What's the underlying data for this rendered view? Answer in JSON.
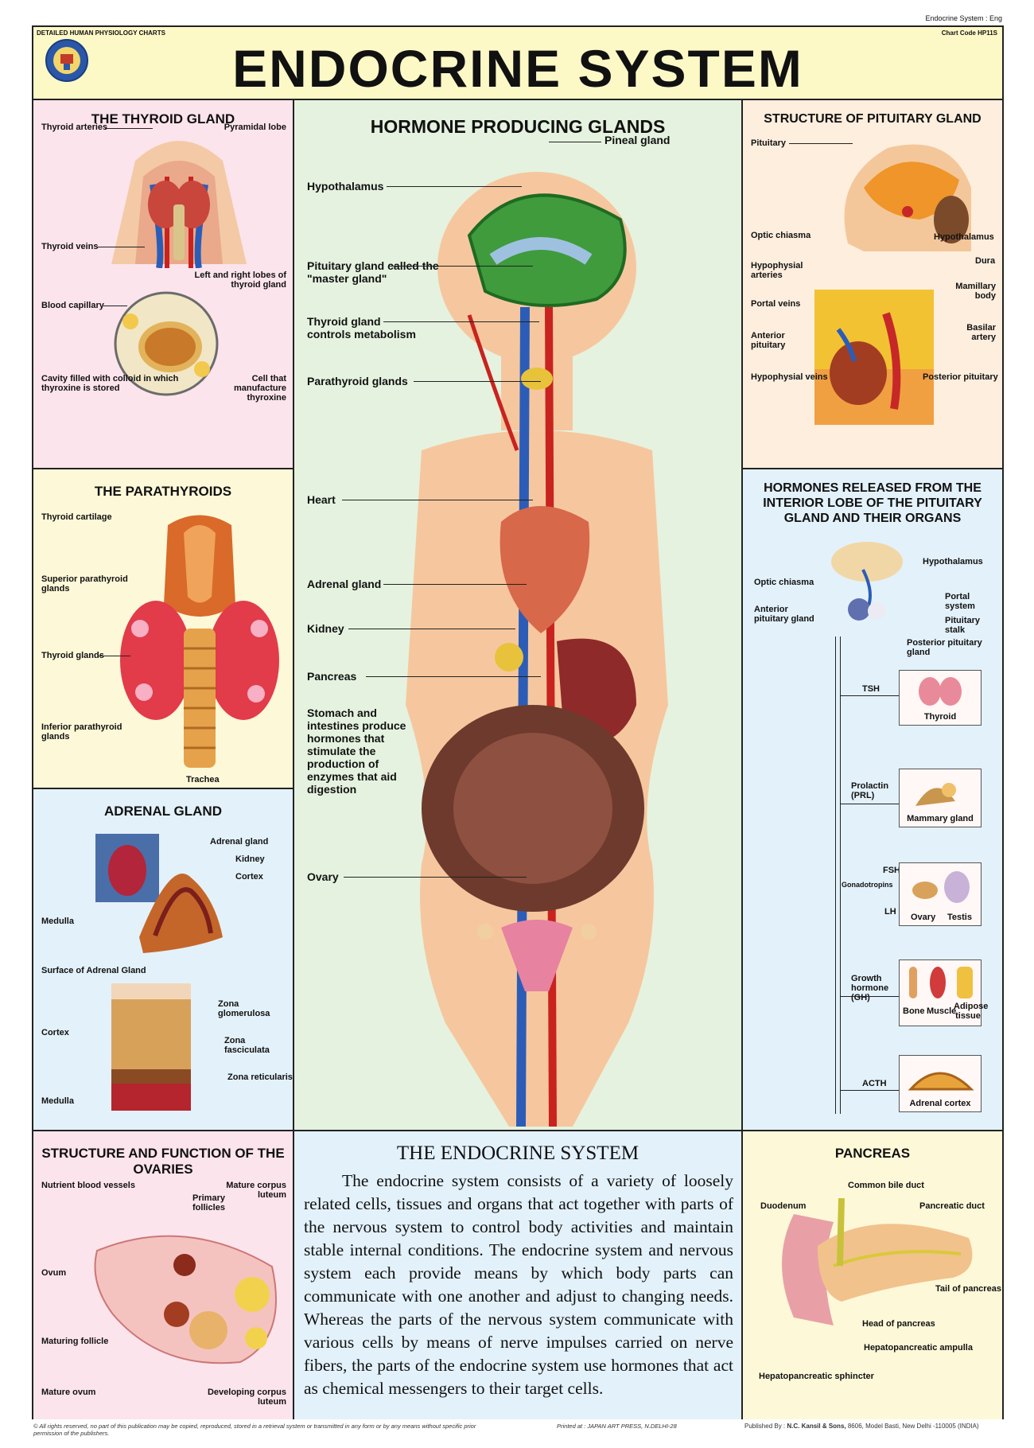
{
  "header": {
    "top_right": "Endocrine System : Eng",
    "series": "DETAILED HUMAN PHYSIOLOGY CHARTS",
    "chart_code": "Chart Code HP11S",
    "title": "ENDOCRINE SYSTEM"
  },
  "thyroid": {
    "title": "THE THYROID GLAND",
    "labels": {
      "arteries": "Thyroid arteries",
      "pyramidal": "Pyramidal lobe",
      "veins": "Thyroid veins",
      "lobes": "Left and right lobes of thyroid gland",
      "capillary": "Blood capillary",
      "cavity": "Cavity filled with colloid in which thyroxine is stored",
      "cell": "Cell that manufacture thyroxine"
    }
  },
  "parathyroids": {
    "title": "THE PARATHYROIDS",
    "labels": {
      "cartilage": "Thyroid cartilage",
      "superior": "Superior parathyroid glands",
      "thyroid": "Thyroid glands",
      "inferior": "Inferior parathyroid glands",
      "trachea": "Trachea"
    }
  },
  "adrenal": {
    "title": "ADRENAL GLAND",
    "labels": {
      "adrenal": "Adrenal gland",
      "kidney": "Kidney",
      "cortex": "Cortex",
      "medulla": "Medulla",
      "surface": "Surface of  Adrenal Gland",
      "glomerulosa": "Zona glomerulosa",
      "fasciculata": "Zona fasciculata",
      "reticularis": "Zona reticularis",
      "cortex2": "Cortex",
      "medulla2": "Medulla"
    }
  },
  "ovaries": {
    "title": "STRUCTURE AND FUNCTION OF THE OVARIES",
    "labels": {
      "nutrient": "Nutrient blood vessels",
      "primary": "Primary follicles",
      "mature_luteum": "Mature corpus luteum",
      "ovum": "Ovum",
      "maturing": "Maturing follicle",
      "mature_ovum": "Mature ovum",
      "developing": "Developing corpus luteum"
    }
  },
  "center": {
    "title": "HORMONE PRODUCING GLANDS",
    "labels": {
      "pineal": "Pineal gland",
      "hypothalamus": "Hypothalamus",
      "pituitary": "Pituitary gland called the \"master gland\"",
      "thyroid": "Thyroid gland controls metabolism",
      "parathyroid": "Parathyroid glands",
      "heart": "Heart",
      "adrenal": "Adrenal gland",
      "kidney": "Kidney",
      "pancreas": "Pancreas",
      "stomach": "Stomach and intestines produce hormones that stimulate the production of enzymes that aid digestion",
      "ovary": "Ovary"
    }
  },
  "text_panel": {
    "title": "THE ENDOCRINE SYSTEM",
    "body": "The endocrine system consists of a variety of loosely related cells, tissues and organs that act together with parts of the nervous system to control body activities and maintain stable internal conditions. The endocrine system and nervous system each provide means by which body parts can communicate with one another and adjust to changing needs. Whereas the parts of the nervous system communicate with various cells by means of nerve impulses carried on nerve fibers, the parts of the endocrine system use hormones that act as chemical messengers to their target cells."
  },
  "pituitary_structure": {
    "title": "STRUCTURE OF PITUITARY GLAND",
    "labels": {
      "pituitary": "Pituitary",
      "optic": "Optic chiasma",
      "hypothalamus": "Hypothalamus",
      "dura": "Dura",
      "hypophysial_arteries": "Hypophysial arteries",
      "mamillary": "Mamillary body",
      "portal": "Portal veins",
      "basilar": "Basilar artery",
      "anterior": "Anterior pituitary",
      "hypophysial_veins": "Hypophysial veins",
      "posterior": "Posterior pituitary"
    }
  },
  "hormones": {
    "title": "HORMONES RELEASED FROM THE INTERIOR LOBE OF THE PITUITARY GLAND AND THEIR ORGANS",
    "labels": {
      "hypothalamus": "Hypothalamus",
      "optic": "Optic chiasma",
      "portal": "Portal system",
      "anterior": "Anterior pituitary gland",
      "stalk": "Pituitary stalk",
      "posterior": "Posterior pituitary gland",
      "tsh": "TSH",
      "thyroid": "Thyroid",
      "prolactin": "Prolactin (PRL)",
      "mammary": "Mammary gland",
      "fsh": "FSH",
      "gonadotropins": "Gonadotropins",
      "lh": "LH",
      "ovary": "Ovary",
      "testis": "Testis",
      "growth": "Growth hormone (GH)",
      "bone": "Bone",
      "muscle": "Muscle",
      "adipose": "Adipose tissue",
      "acth": "ACTH",
      "adrenal_cortex": "Adrenal cortex"
    }
  },
  "pancreas": {
    "title": "PANCREAS",
    "labels": {
      "bile": "Common bile duct",
      "duodenum": "Duodenum",
      "duct": "Pancreatic duct",
      "tail": "Tail of pancreas",
      "head": "Head of pancreas",
      "ampulla": "Hepatopancreatic ampulla",
      "sphincter": "Hepatopancreatic sphincter"
    }
  },
  "footer": {
    "rights": "© All rights reserved, no part of this publication may be copied, reproduced, stored in a retrieval system or transmitted in any form or by any means without specific prior permission of the publishers.",
    "printed": "Printed at : JAPAN ART PRESS, N.DELHI-28",
    "published_prefix": "Published By :",
    "publisher": "N.C. Kansil & Sons,",
    "address": "8606, Model Basti, New Delhi -110005 (INDIA)"
  },
  "colors": {
    "header_bg": "#fdf9c7",
    "pink_panel": "#fce4ec",
    "yellow_panel": "#fdf8d8",
    "blue_panel": "#e3f1fa",
    "green_center": "#e5f2df",
    "peach_panel": "#fdeede"
  }
}
